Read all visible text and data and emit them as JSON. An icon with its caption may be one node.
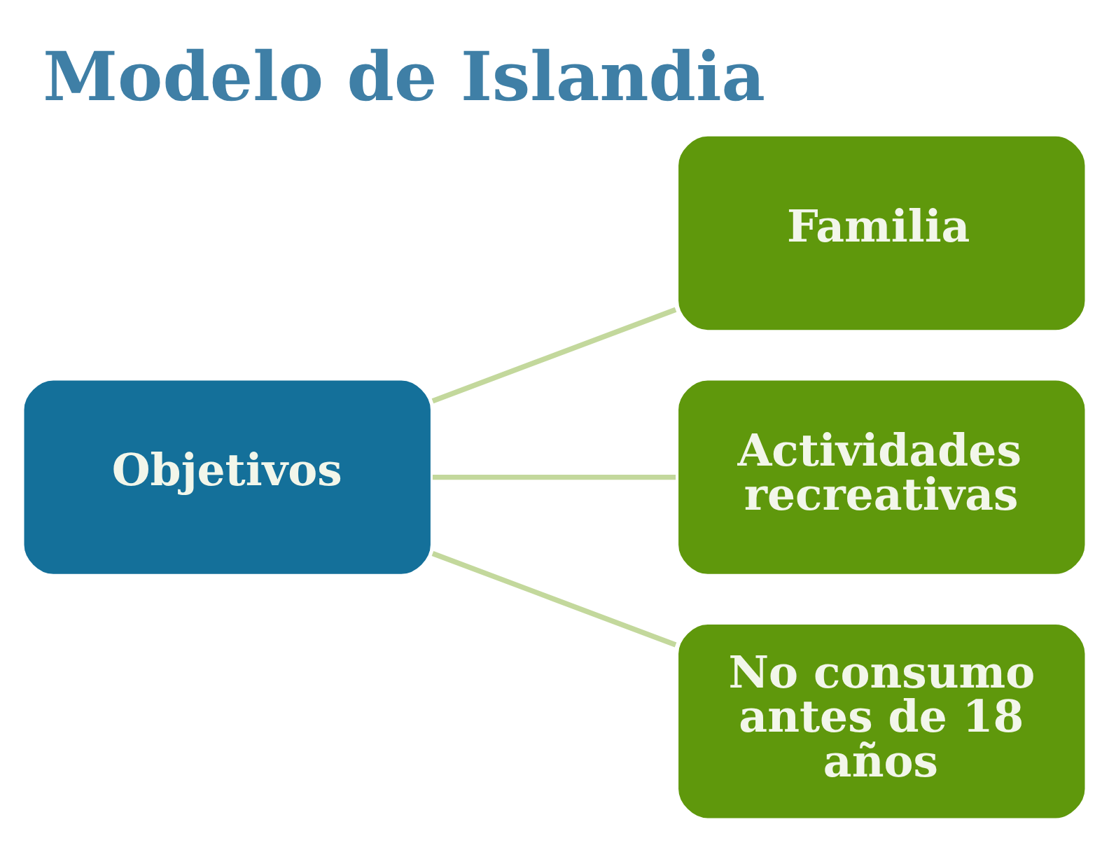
{
  "diagram": {
    "title": "Modelo de Islandia",
    "nodes": [
      {
        "text": [
          "Objetivos"
        ]
      },
      {
        "text": [
          "Familia"
        ]
      },
      {
        "text": [
          "Actividades recreativas"
        ]
      },
      {
        "text": [
          "No consumo antes de 18 años"
        ]
      }
    ],
    "edges": [
      {
        "from": 0,
        "to": 1,
        "arrow": "none"
      },
      {
        "from": 0,
        "to": 2,
        "arrow": "none"
      },
      {
        "from": 0,
        "to": 3,
        "arrow": "none"
      }
    ]
  }
}
